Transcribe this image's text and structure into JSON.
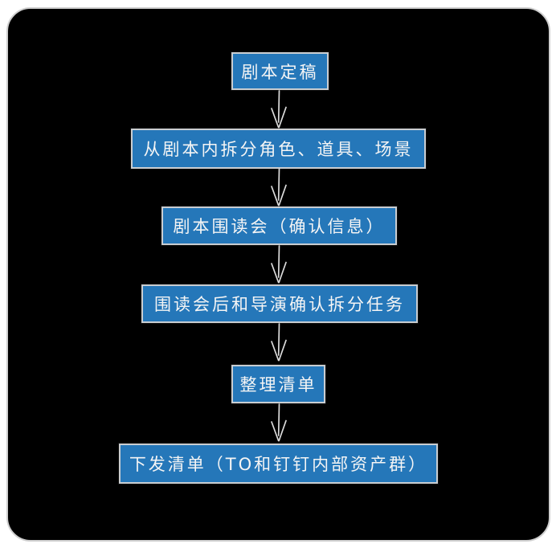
{
  "diagram": {
    "type": "flowchart",
    "direction": "top-down",
    "colors": {
      "page_background": "#ffffff",
      "canvas_background": "#000000",
      "canvas_border": "#cfcfcf",
      "node_fill": "#2577b9",
      "node_border": "#c9cdd1",
      "node_text": "#f5f5f5",
      "arrow": "#dcdcdc"
    },
    "nodes": [
      {
        "id": "script-finalized",
        "label": "剧本定稿"
      },
      {
        "id": "split-roles-props-scenes",
        "label": "从剧本内拆分角色、道具、场景"
      },
      {
        "id": "script-reading-meeting",
        "label": "剧本围读会（确认信息）"
      },
      {
        "id": "confirm-split-tasks-with-director",
        "label": "围读会后和导演确认拆分任务"
      },
      {
        "id": "organize-checklist",
        "label": "整理清单"
      },
      {
        "id": "distribute-checklist",
        "label": "下发清单（TO和钉钉内部资产群）"
      }
    ],
    "edges": [
      {
        "from": "script-finalized",
        "to": "split-roles-props-scenes"
      },
      {
        "from": "split-roles-props-scenes",
        "to": "script-reading-meeting"
      },
      {
        "from": "script-reading-meeting",
        "to": "confirm-split-tasks-with-director"
      },
      {
        "from": "confirm-split-tasks-with-director",
        "to": "organize-checklist"
      },
      {
        "from": "organize-checklist",
        "to": "distribute-checklist"
      }
    ]
  }
}
